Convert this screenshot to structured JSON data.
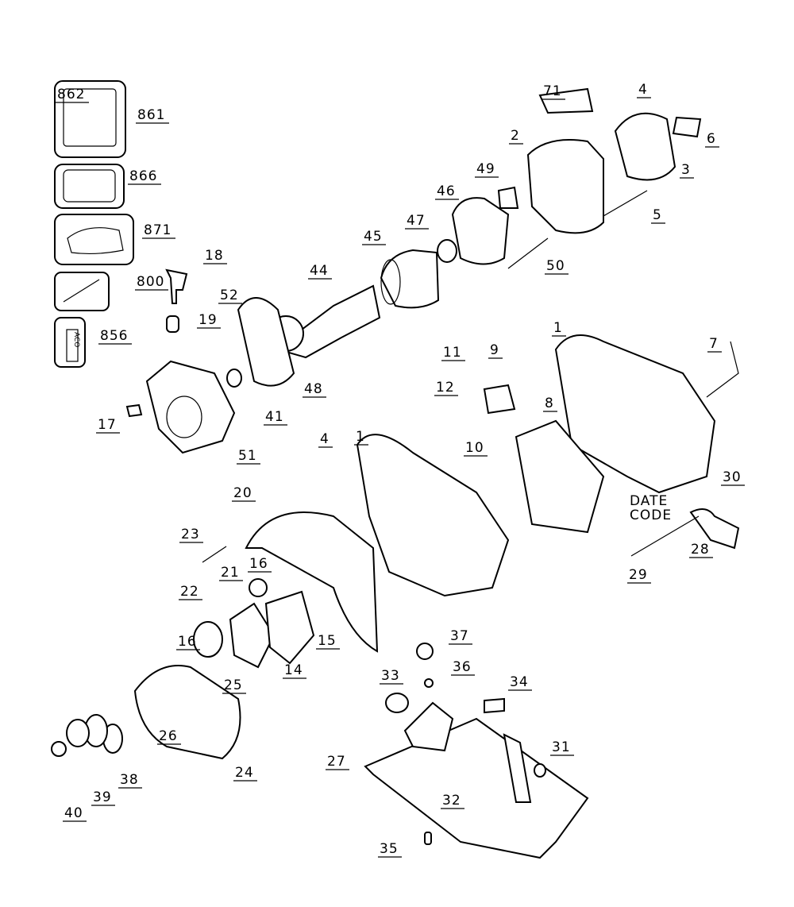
{
  "diagram": {
    "type": "exploded-parts-diagram",
    "part_labels": [
      "862",
      "861",
      "866",
      "871",
      "800",
      "856",
      "18",
      "19",
      "52",
      "44",
      "45",
      "47",
      "46",
      "49",
      "71",
      "2",
      "4",
      "6",
      "3",
      "5",
      "50",
      "1",
      "7",
      "11",
      "9",
      "12",
      "8",
      "10",
      "48",
      "41",
      "17",
      "51",
      "4",
      "1",
      "20",
      "30",
      "28",
      "29",
      "23",
      "21",
      "16",
      "22",
      "16",
      "15",
      "14",
      "25",
      "37",
      "36",
      "33",
      "34",
      "26",
      "24",
      "31",
      "27",
      "38",
      "39",
      "40",
      "32",
      "35"
    ],
    "date_code_label": [
      "DATE",
      "CODE"
    ],
    "battery_pack_lettering": "ACO"
  }
}
